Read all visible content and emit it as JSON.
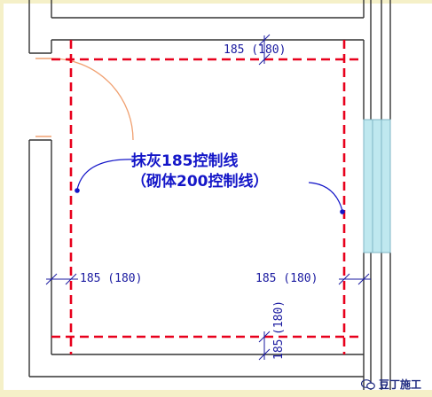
{
  "annotation": {
    "line1": "抹灰185控制线",
    "line2": "（砌体200控制线）"
  },
  "dimensions": {
    "top": "185 (180)",
    "left": "185 (180)",
    "right": "185 (180)",
    "bottom_a": "185",
    "bottom_b": "(180)"
  },
  "watermark": {
    "text": "豆丁施工"
  },
  "colors": {
    "control_line": "#e8001c",
    "wall": "#333333",
    "annotation": "#1416c8",
    "dimension": "#1a1aa0",
    "window": "#bfe8ef",
    "door_arc": "#f0a070",
    "frame": "#f5f0c8"
  }
}
